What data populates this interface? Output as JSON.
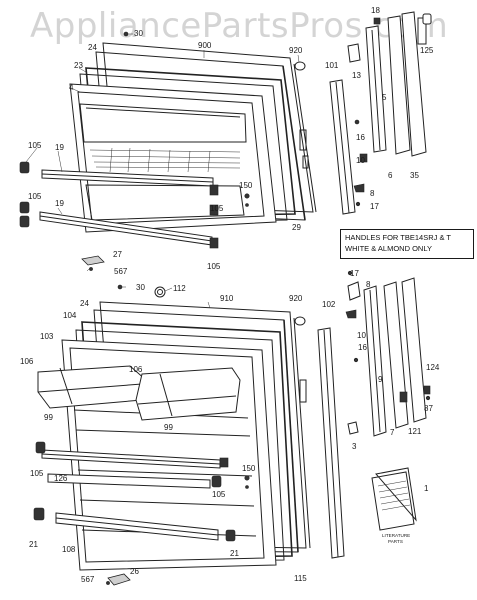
{
  "watermark": "AppliancePartsPros.com",
  "note": {
    "line1": "HANDLES FOR TBE14SRJ & T",
    "line2": "WHITE & ALMOND ONLY"
  },
  "literature_label": {
    "line1": "LITERATURE",
    "line2": "PARTS"
  },
  "callouts": {
    "c18": "18",
    "c30a": "30",
    "c24a": "24",
    "c900": "900",
    "c920a": "920",
    "c23": "23",
    "c4": "4",
    "c13": "13",
    "c125": "125",
    "c101": "101",
    "c5": "5",
    "c16a": "16",
    "c10a": "10",
    "c6": "6",
    "c35": "35",
    "c8a": "8",
    "c17a": "17",
    "c105a": "105",
    "c19a": "19",
    "c150a": "150",
    "c105b": "105",
    "c105c": "105",
    "c19b": "19",
    "c29": "29",
    "c27": "27",
    "c567a": "567",
    "c105d": "105",
    "c30b": "30",
    "c112": "112",
    "c910": "910",
    "c920b": "920",
    "c24b": "24",
    "c104": "104",
    "c103": "103",
    "c106a": "106",
    "c106b": "106",
    "c99a": "99",
    "c99b": "99",
    "c102": "102",
    "c17b": "17",
    "c8b": "8",
    "c10b": "10",
    "c16b": "16",
    "c9": "9",
    "c124": "124",
    "c87": "87",
    "c7": "7",
    "c121": "121",
    "c3": "3",
    "c105e": "105",
    "c126": "126",
    "c150b": "150",
    "c105f": "105",
    "c21a": "21",
    "c108": "108",
    "c21b": "21",
    "c1": "1",
    "c567b": "567",
    "c26": "26",
    "c115": "115"
  }
}
